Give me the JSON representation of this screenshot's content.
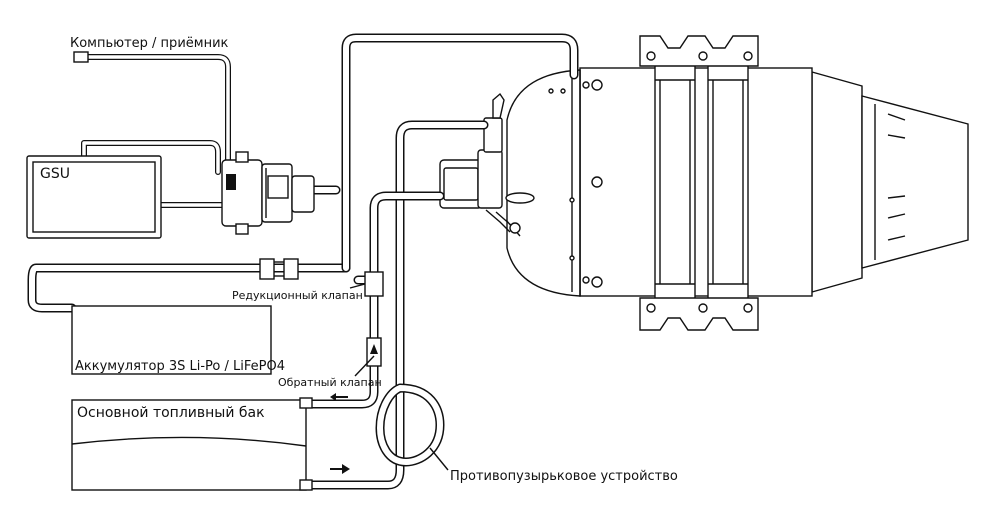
{
  "labels": {
    "computer": "Компьютер / приёмник",
    "gsu": "GSU",
    "reducer": "Редукционный клапан",
    "battery": "Аккумулятор 3S Li-Po / LiFePO4",
    "check_valve": "Обратный клапан",
    "fuel_tank": "Основной топливный бак",
    "anti_bubble": "Противопузырьковое устройство"
  }
}
